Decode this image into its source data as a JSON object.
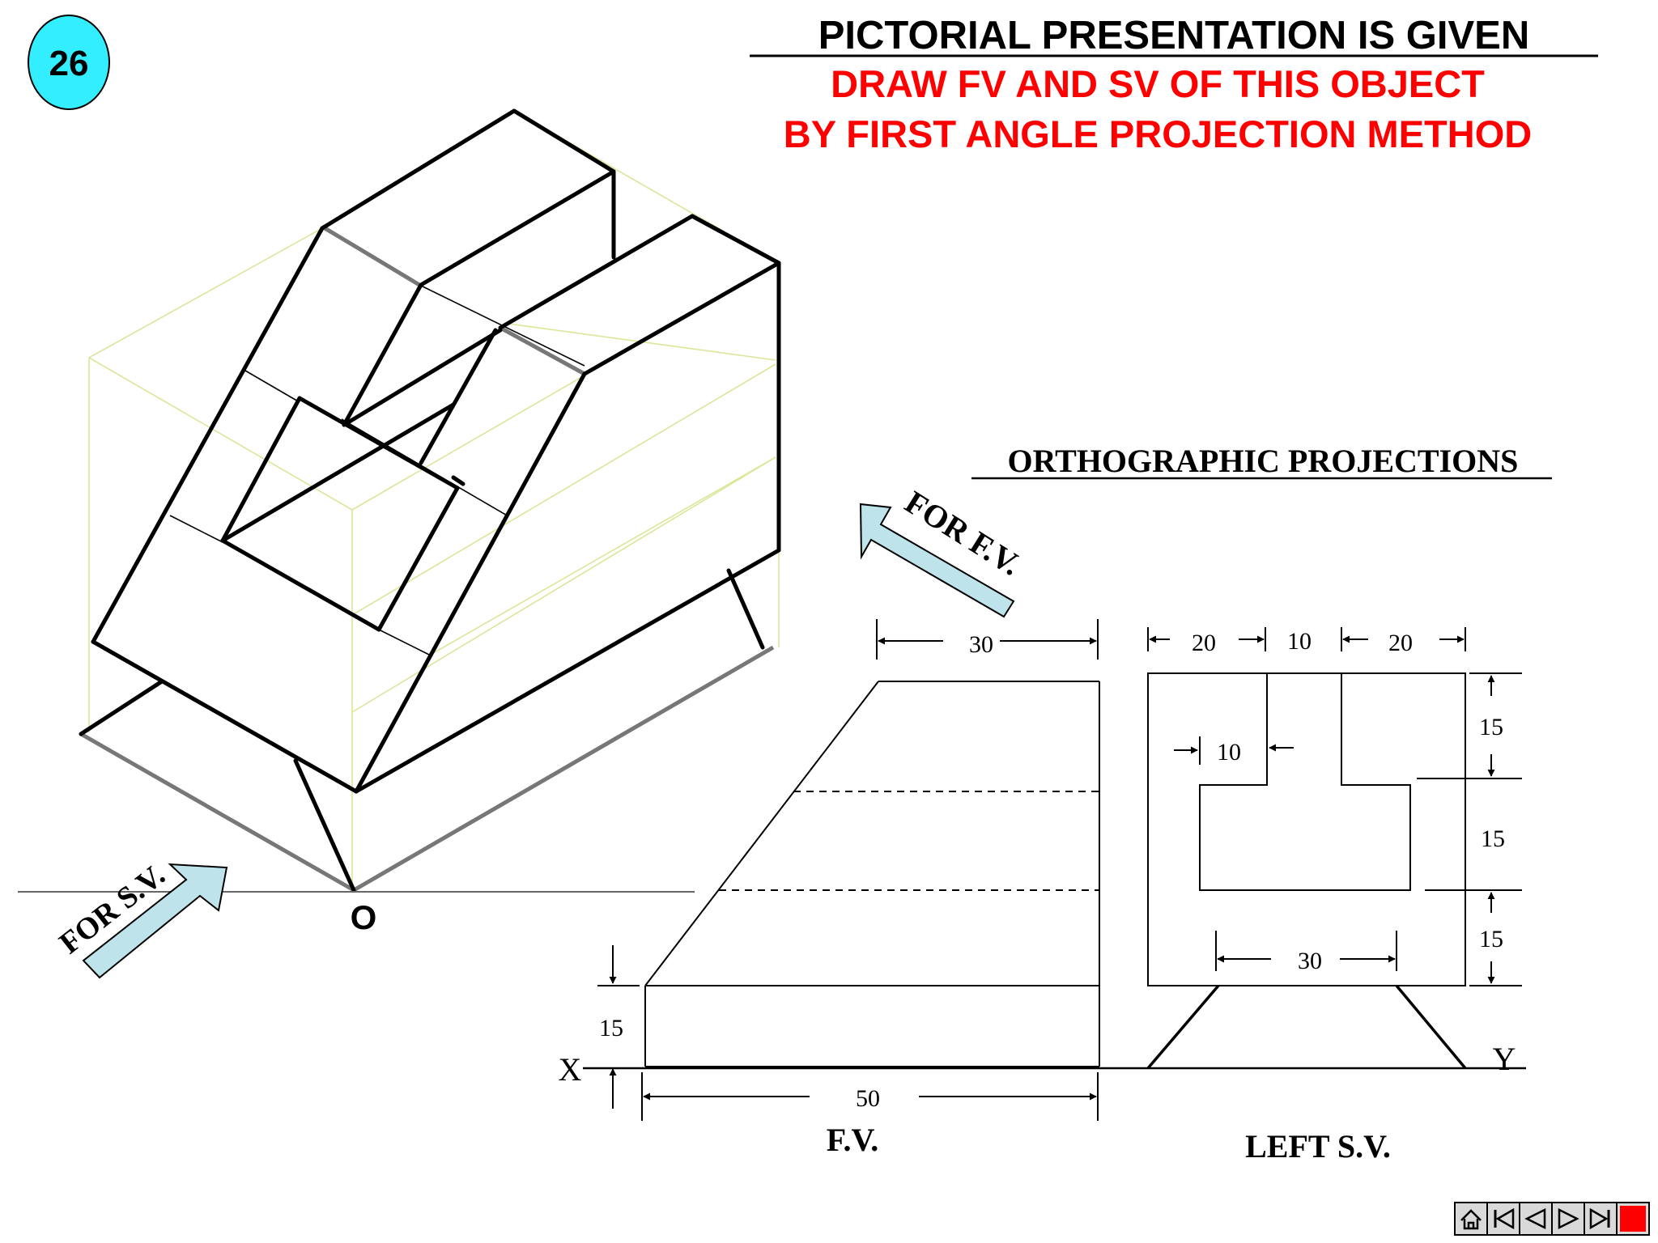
{
  "slide_number": "26",
  "heading": {
    "line1": "PICTORIAL PRESENTATION IS GIVEN",
    "line2": "DRAW FV AND SV OF THIS OBJECT",
    "line3": "BY FIRST ANGLE PROJECTION METHOD"
  },
  "subheading": "ORTHOGRAPHIC PROJECTIONS",
  "arrows": {
    "for_fv": "FOR F.V.",
    "for_sv": "FOR S.V."
  },
  "origin_label": "O",
  "axis": {
    "x_label": "X",
    "y_label": "Y"
  },
  "view_labels": {
    "fv": "F.V.",
    "sv": "LEFT S.V."
  },
  "dimensions": {
    "fv_top": "30",
    "fv_base_height": "15",
    "fv_width": "50",
    "sv_left_top": "20",
    "sv_slot_gap": "10",
    "sv_right_top": "20",
    "sv_inner_step": "10",
    "sv_bottom_slot": "30",
    "sv_h_top": "15",
    "sv_h_mid": "15",
    "sv_h_bottom": "15"
  },
  "colors": {
    "badge_fill": "#33eeff",
    "heading_red": "#ff0000",
    "arrow_fill": "#bfe3ea",
    "construction_line": "#d8e89a"
  },
  "nav_icons": [
    "home-icon",
    "first-slide-icon",
    "previous-slide-icon",
    "next-slide-icon",
    "last-slide-icon",
    "end-show-icon"
  ]
}
